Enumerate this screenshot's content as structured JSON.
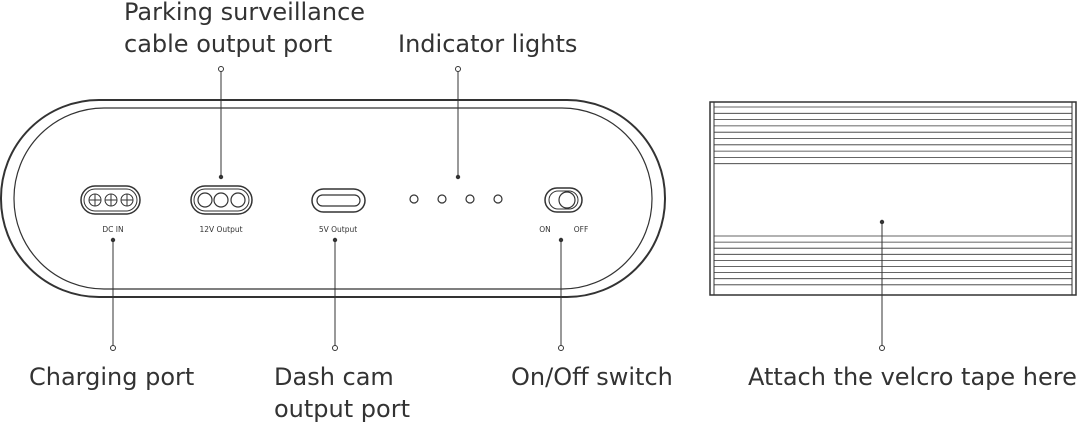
{
  "callouts": {
    "parking_line1": "Parking surveillance",
    "parking_line2": "cable output port",
    "indicator": "Indicator lights",
    "charging": "Charging port",
    "dashcam_line1": "Dash cam",
    "dashcam_line2": "output port",
    "onoff": "On/Off switch",
    "velcro": "Attach the velcro tape here"
  },
  "device_labels": {
    "dc_in": "DC IN",
    "out_12v": "12V Output",
    "out_5v": "5V Output",
    "on": "ON",
    "off": "OFF"
  },
  "colors": {
    "stroke": "#333333",
    "background": "#ffffff"
  }
}
